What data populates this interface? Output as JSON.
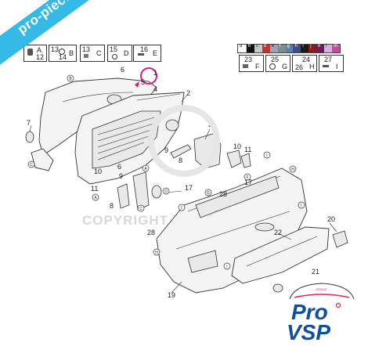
{
  "watermark": {
    "text": "pro-piece-vsp.com",
    "copyright": "COPYRIGHT"
  },
  "logo": {
    "line1": "Pro",
    "line2": "VSP",
    "tag": "GROUP",
    "brand_blue": "#0d4fa0",
    "accent": "#e8284f"
  },
  "banner_color": "#35b9e6",
  "highlight_color": "#e0197d",
  "legend_left": [
    {
      "letter": "A",
      "number": "12"
    },
    {
      "letter": "B",
      "number": "13",
      "number2": "14"
    },
    {
      "letter": "C",
      "number": "13"
    },
    {
      "letter": "D",
      "number": "15"
    },
    {
      "letter": "E",
      "number": "16"
    }
  ],
  "color_strip": {
    "letters": [
      "a",
      "b",
      "c",
      "d",
      "e",
      "f",
      "g",
      "h",
      "i",
      "j",
      "k",
      "l",
      "m"
    ],
    "colors": [
      "#ffffff",
      "#111111",
      "#c8c8c8",
      "#c0392b",
      "#9aa6b2",
      "#7f8c8d",
      "#5b7fa6",
      "#3d4f8a",
      "#1a1a1a",
      "#8b1a1a",
      "#6a1e55",
      "#d2b4de",
      "#c84a9b"
    ]
  },
  "legend_right": [
    {
      "letter": "F",
      "number": "23"
    },
    {
      "letter": "G",
      "number": "25"
    },
    {
      "letter": "H",
      "number": "24",
      "number2": "26"
    },
    {
      "letter": "I",
      "number": "27"
    }
  ],
  "callouts": [
    "1",
    "2",
    "3",
    "4",
    "5",
    "6",
    "7",
    "8",
    "9",
    "10",
    "11",
    "17",
    "19",
    "20",
    "21",
    "22",
    "28",
    "8",
    "9",
    "17",
    "28",
    "10",
    "11",
    "6"
  ],
  "markers": [
    "A",
    "B",
    "C",
    "D",
    "E",
    "F",
    "G",
    "H",
    "I"
  ]
}
